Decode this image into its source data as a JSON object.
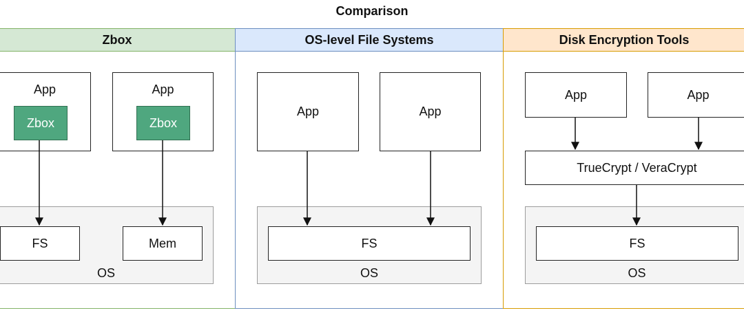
{
  "title": "Comparison",
  "columns": [
    {
      "heading": "Zbox",
      "accent": "#82b366",
      "header_fill": "#d5e8d4",
      "apps": [
        {
          "label": "App",
          "chip": "Zbox"
        },
        {
          "label": "App",
          "chip": "Zbox"
        }
      ],
      "os": {
        "label": "OS",
        "inner": [
          "FS",
          "Mem"
        ]
      }
    },
    {
      "heading": "OS-level File Systems",
      "accent": "#6c8ebf",
      "header_fill": "#dae8fc",
      "apps": [
        {
          "label": "App"
        },
        {
          "label": "App"
        }
      ],
      "os": {
        "label": "OS",
        "inner": [
          "FS"
        ]
      }
    },
    {
      "heading": "Disk Encryption Tools",
      "accent": "#d79b00",
      "header_fill": "#ffe6cc",
      "apps": [
        {
          "label": "App"
        },
        {
          "label": "App"
        }
      ],
      "middle_layer": "TrueCrypt / VeraCrypt",
      "os": {
        "label": "OS",
        "inner": [
          "FS"
        ]
      }
    }
  ],
  "colors": {
    "zbox_chip": "#4fa77f",
    "os_fill": "#f4f4f4",
    "arrow": "#111111"
  }
}
